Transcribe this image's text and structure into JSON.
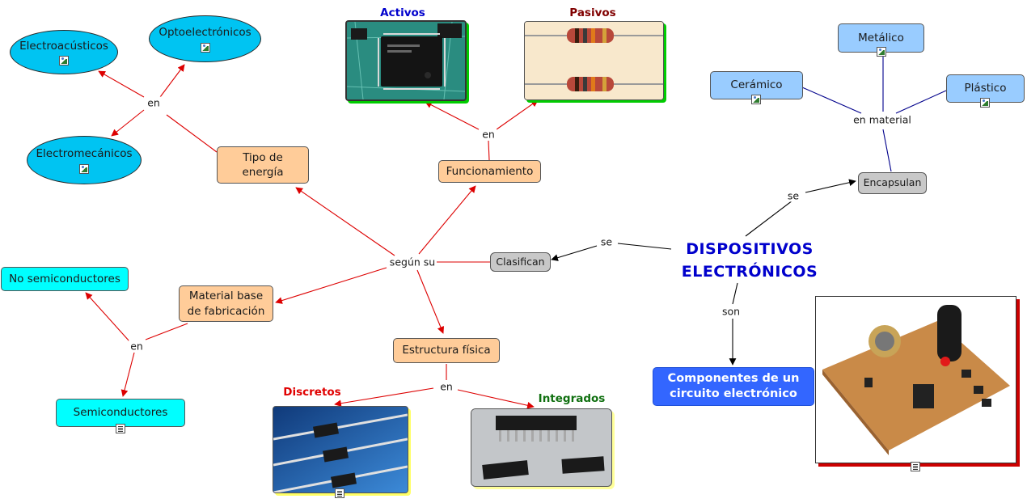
{
  "root": "DISPOSITIVOS ELECTRÓNICOS",
  "root_lines": [
    "DISPOSITIVOS",
    "ELECTRÓNICOS"
  ],
  "nodes": {
    "clasifican": "Clasifican",
    "encapsulan": "Encapsulan",
    "componentes": "Componentes de un circuito electrónico",
    "tipo_energia": "Tipo de energía",
    "funcionamiento": "Funcionamiento",
    "material_base": "Material base de fabricación",
    "estructura": "Estructura física",
    "electroacusticos": "Electroacústicos",
    "optoelectronicos": "Optoelectrónicos",
    "electromecanicos": "Electromecánicos",
    "no_semiconductores": "No semiconductores",
    "semiconductores": "Semiconductores",
    "metalico": "Metálico",
    "ceramico": "Cerámico",
    "plastico": "Plástico"
  },
  "link_labels": {
    "se_clasifican": "se",
    "se_encapsulan": "se",
    "son": "son",
    "segun_su": "según su",
    "en_energia": "en",
    "en_funcionamiento": "en",
    "en_material": "en",
    "en_estructura": "en",
    "en_material_encapsulado": "en material"
  },
  "image_titles": {
    "activos": "Activos",
    "pasivos": "Pasivos",
    "discretos": "Discretos",
    "integrados": "Integrados"
  },
  "colors": {
    "main_text": "#0000cc",
    "activos": "#0000cc",
    "pasivos": "#800000",
    "discretos": "#e00000",
    "integrados": "#107010",
    "red_link": "#dd0000",
    "blue_link": "#00008b"
  },
  "icons": [
    "image-badge-icon",
    "document-badge-icon"
  ]
}
